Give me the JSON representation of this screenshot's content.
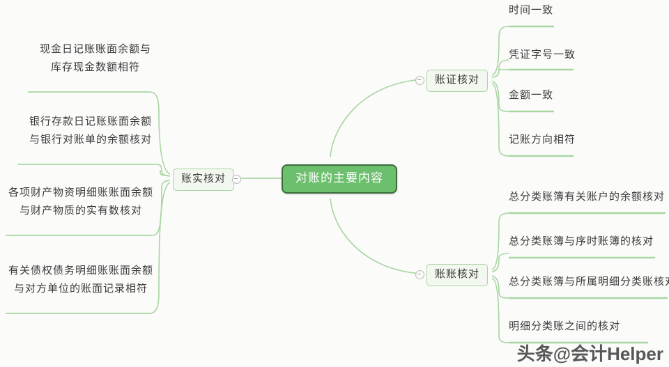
{
  "mindmap": {
    "root": {
      "label": "对账的主要内容"
    },
    "branches": [
      {
        "id": "branch-zhangshi",
        "label": "账实核对",
        "side": "left",
        "leaves": [
          {
            "line1": "现金日记账账面余额与",
            "line2": "库存现金数额相符"
          },
          {
            "line1": "银行存款日记账账面余额",
            "line2": "与银行对账单的余额核对"
          },
          {
            "line1": "各项财产物资明细账账面余额",
            "line2": "与财产物质的实有数核对"
          },
          {
            "line1": "有关债权债务明细账账面余额",
            "line2": "与对方单位的账面记录相符"
          }
        ]
      },
      {
        "id": "branch-zhangzheng",
        "label": "账证核对",
        "side": "right",
        "leaves": [
          {
            "line1": "时间一致"
          },
          {
            "line1": "凭证字号一致"
          },
          {
            "line1": "金额一致"
          },
          {
            "line1": "记账方向相符"
          }
        ]
      },
      {
        "id": "branch-zhangzhang",
        "label": "账账核对",
        "side": "right",
        "leaves": [
          {
            "line1": "总分类账簿有关账户的余额核对"
          },
          {
            "line1": "总分类账簿与序时账簿的核对"
          },
          {
            "line1": "总分类账簿与所属明细分类账核对"
          },
          {
            "line1": "明细分类账之间的核对"
          }
        ]
      }
    ],
    "colors": {
      "root_fill": "#6cbf6c",
      "root_border": "#3c6b3c",
      "root_text": "#ffffff",
      "branch_fill": "#f2f8f0",
      "branch_border": "#a8d5a2",
      "link": "#a8d5a2",
      "leaf_text": "#3a3a3a",
      "background": "#fbfbfa"
    }
  },
  "watermark": {
    "text": "头条@会计Helper"
  }
}
